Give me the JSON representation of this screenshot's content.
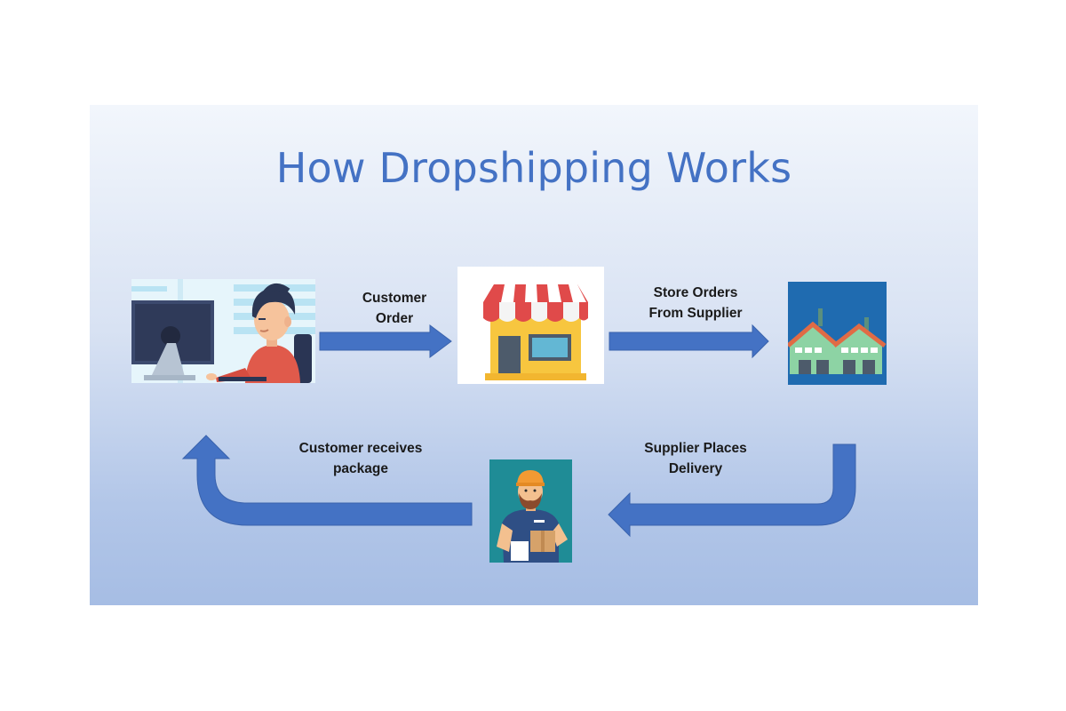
{
  "title": "How Dropshipping Works",
  "colors": {
    "title": "#4472c4",
    "arrow": "#4472c4",
    "arrow_stroke": "#3a63ad"
  },
  "steps": [
    {
      "label_line1": "Customer",
      "label_line2": "Order"
    },
    {
      "label_line1": "Store Orders",
      "label_line2": "From Supplier"
    },
    {
      "label_line1": "Supplier Places",
      "label_line2": "Delivery"
    },
    {
      "label_line1": "Customer receives",
      "label_line2": "package"
    }
  ],
  "icons": [
    "customer-at-computer-icon",
    "storefront-icon",
    "warehouse-icon",
    "delivery-man-icon"
  ]
}
